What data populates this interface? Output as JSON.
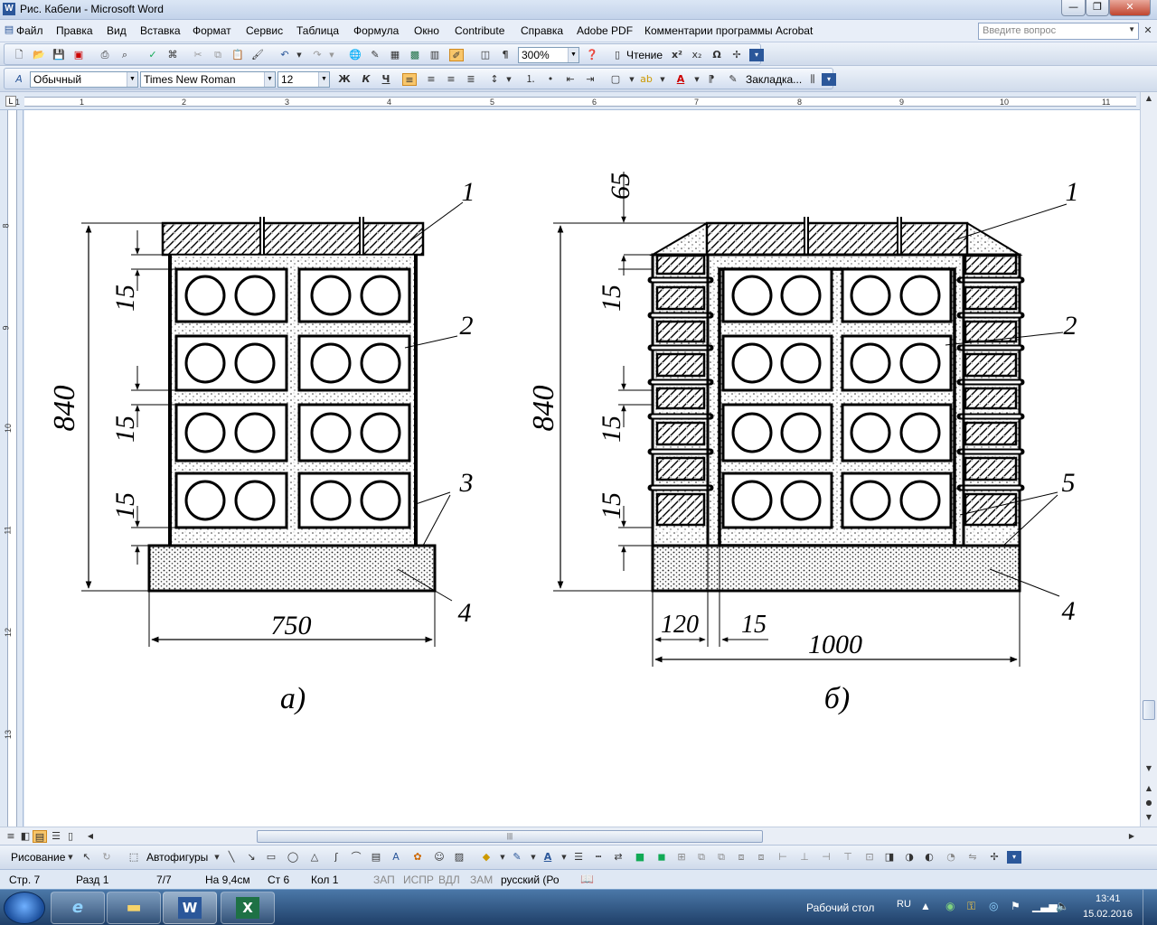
{
  "window": {
    "title": "Рис. Кабели - Microsoft Word",
    "app_icon": "W",
    "controls": {
      "minimize": "—",
      "maximize": "❐",
      "close": "✕"
    }
  },
  "menubar": {
    "items": [
      "Файл",
      "Правка",
      "Вид",
      "Вставка",
      "Формат",
      "Сервис",
      "Таблица",
      "Формула",
      "Окно",
      "Contribute",
      "Справка",
      "Adobe PDF",
      "Комментарии программы Acrobat"
    ],
    "help_placeholder": "Введите вопрос"
  },
  "standard_toolbar": {
    "zoom": "300%",
    "reading_label": "Чтение"
  },
  "formatting_toolbar": {
    "style": "Обычный",
    "font": "Times New Roman",
    "size": "12",
    "bold": "Ж",
    "italic": "К",
    "underline": "Ч",
    "bookmark_label": "Закладка..."
  },
  "ruler": {
    "h_numbers": [
      "1",
      "1",
      "2",
      "3",
      "4",
      "5",
      "6",
      "7",
      "8",
      "9",
      "10",
      "11"
    ],
    "v_numbers": [
      "8",
      "9",
      "10",
      "11",
      "12",
      "13"
    ]
  },
  "figure": {
    "left": {
      "dims": {
        "height": "840",
        "width": "750",
        "gap1": "15",
        "gap2": "15",
        "gap3": "15"
      },
      "callouts": [
        "1",
        "2",
        "3",
        "4"
      ],
      "caption": "а)"
    },
    "right": {
      "dims": {
        "height": "840",
        "top": "65",
        "width": "1000",
        "wall": "120",
        "gap": "15",
        "gap1": "15",
        "gap2": "15",
        "gap3": "15"
      },
      "callouts": [
        "1",
        "2",
        "5",
        "4"
      ],
      "caption": "б)"
    }
  },
  "drawbar": {
    "draw_label": "Рисование",
    "autoshapes_label": "Автофигуры"
  },
  "statusbar": {
    "page": "Стр. 7",
    "section": "Разд 1",
    "pages": "7/7",
    "at": "На 9,4см",
    "line": "Ст 6",
    "col": "Кол 1",
    "rec": "ЗАП",
    "trk": "ИСПР",
    "ext": "ВДЛ",
    "ovr": "ЗАМ",
    "lang": "русский (Ро"
  },
  "taskbar": {
    "desktop_label": "Рабочий стол",
    "lang": "RU",
    "time": "13:41",
    "date": "15.02.2016",
    "apps": [
      "ie-icon",
      "explorer-icon",
      "word-icon",
      "excel-icon"
    ]
  },
  "colors": {
    "accent": "#2b579a",
    "excel": "#1e7145",
    "taskbar": "#1f3f68"
  }
}
